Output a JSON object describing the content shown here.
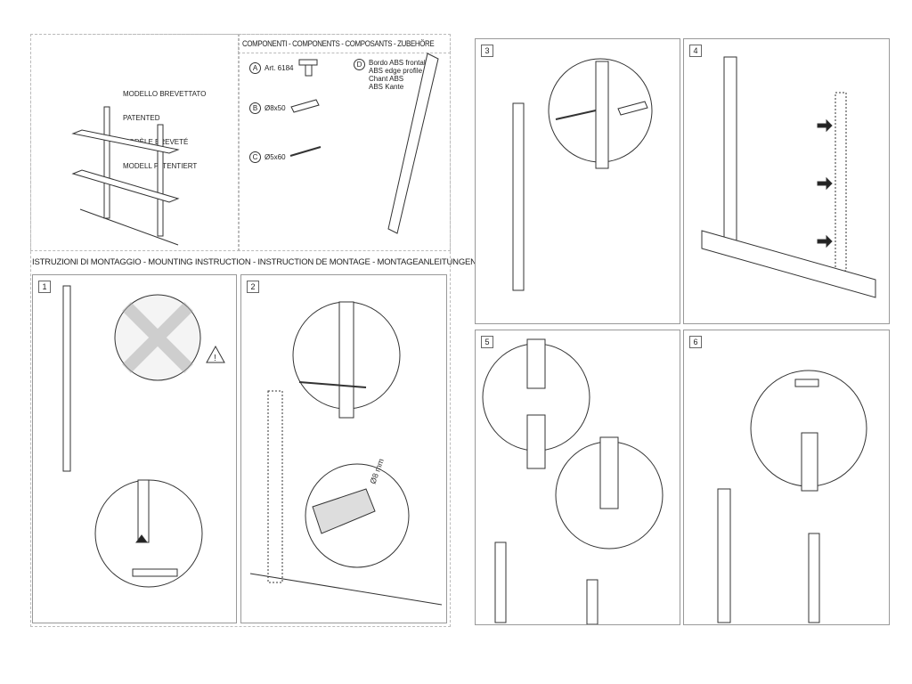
{
  "patent": [
    "MODELLO BREVETTATO",
    "PATENTED",
    "MODÈLE BREVETÉ",
    "MODELL PATENTIERT"
  ],
  "components": {
    "title": "COMPONENTI - COMPONENTS - COMPOSANTS - ZUBEHÖRE",
    "items": [
      {
        "letter": "A",
        "label": "Art. 6184"
      },
      {
        "letter": "B",
        "label": "Ø8x50"
      },
      {
        "letter": "C",
        "label": "Ø5x60"
      },
      {
        "letter": "D",
        "label": "Bordo ABS frontale\nABS edge profile\nChant ABS\nABS Kante"
      }
    ]
  },
  "instructions_title": "ISTRUZIONI DI MONTAGGIO - MOUNTING INSTRUCTION - INSTRUCTION DE MONTAGE - MONTAGEANLEITUNGEN",
  "steps": [
    "1",
    "2",
    "3",
    "4",
    "5",
    "6"
  ],
  "drill_label": "Ø8 mm"
}
